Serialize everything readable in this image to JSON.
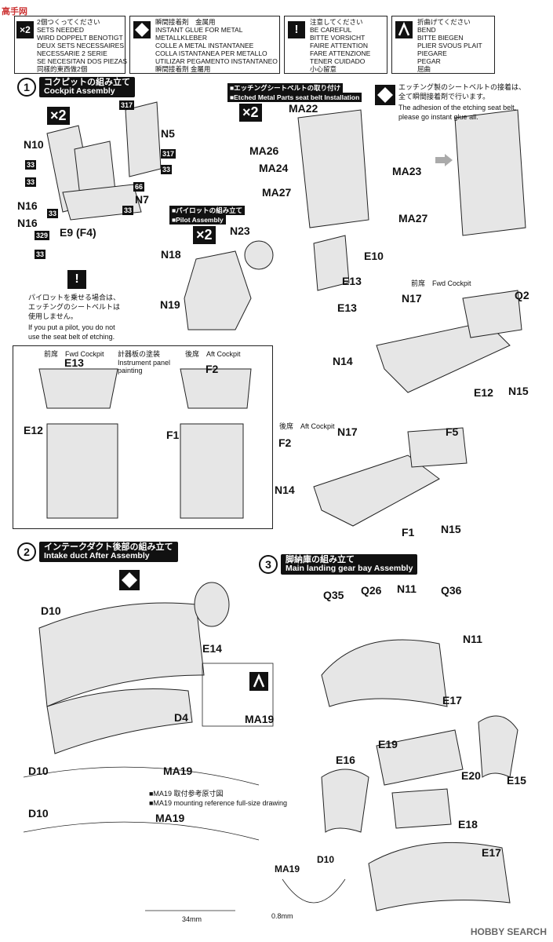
{
  "header": {
    "logo_text": "高手网",
    "warn1_lines": [
      "2個つくってください",
      "SETS NEEDED",
      "WIRD DOPPELT BENOTIGT",
      "DEUX SETS NECESSAIRES",
      "NECESSARIE 2 SERIE",
      "SE NECESITAN DOS PIEZAS",
      "同樣的東西做2個"
    ],
    "warn2_lines": [
      "瞬間接着剤　金属用",
      "INSTANT GLUE FOR METAL",
      "METALLKLEBER",
      "COLLE A METAL INSTANTANEE",
      "COLLA ISTANTANEA PER METALLO",
      "UTILIZAR PEGAMENTO INSTANTANEO",
      "瞬間接着劑 金屬用"
    ],
    "warn3_lines": [
      "注意してください",
      "BE CAREFUL",
      "BITTE VORSICHT",
      "FAIRE ATTENTION",
      "FARE ATTENZIONE",
      "TENER CUIDADO",
      "小心留意"
    ],
    "warn4_lines": [
      "折曲げてください",
      "BEND",
      "BITTE BIEGEN",
      "PLIER SVOUS PLAIT",
      "PIEGARE",
      "PEGAR",
      "屈曲"
    ]
  },
  "step1": {
    "num": "1",
    "title_jp": "コクピットの組み立て",
    "title_en": "Cockpit Assembly",
    "x2": "×2",
    "parts": [
      "N10",
      "N5",
      "N16",
      "N7",
      "E9 (F4)",
      "N16"
    ],
    "nums": [
      "317",
      "317",
      "33",
      "33",
      "33",
      "66",
      "33",
      "33",
      "329",
      "33"
    ]
  },
  "seatbelt": {
    "x2": "×2",
    "bar1": "■エッチングシートベルトの取り付け",
    "bar2": "■Etched Metal Parts seat belt Installation",
    "note_jp1": "エッチング製のシートベルトの接着は、",
    "note_jp2": "全て瞬間接着剤で行います。",
    "note_en1": "The adhesion of the etching seat belt,",
    "note_en2": "please go instant glue all.",
    "parts": [
      "MA22",
      "MA26",
      "MA24",
      "MA27",
      "MA23",
      "MA27"
    ]
  },
  "pilot": {
    "bar1": "■パイロットの組み立て",
    "bar2": "■Pilot Assembly",
    "x2": "×2",
    "parts": [
      "N23",
      "N18",
      "N19"
    ],
    "note_jp1": "パイロットを乗せる場合は、",
    "note_jp2": "エッチングのシートベルトは",
    "note_jp3": "使用しません。",
    "note_en1": "If you put a pilot, you do not",
    "note_en2": "use the seat belt of etching."
  },
  "panels": {
    "fwd_label": "前席　Fwd Cockpit",
    "paint_jp": "計器板の塗装",
    "paint_en1": "Instrument panel",
    "paint_en2": "painting",
    "aft_label": "後席　Aft Cockpit",
    "fwd_part": "E13",
    "aft_part": "F2",
    "fwd_floor": "E12",
    "aft_floor": "F1"
  },
  "fwd_assembly": {
    "parts": [
      "E10",
      "E13",
      "E13",
      "N17",
      "Q2",
      "N14",
      "E12",
      "N15"
    ],
    "label": "前席　Fwd Cockpit"
  },
  "aft_assembly": {
    "label": "後席　Aft Cockpit",
    "parts": [
      "F2",
      "N17",
      "F5",
      "N14",
      "F1",
      "N15"
    ]
  },
  "step2": {
    "num": "2",
    "title_jp": "インテークダクト後部の組み立て",
    "title_en": "Intake duct After Assembly",
    "parts": [
      "D10",
      "E14",
      "D4",
      "MA19",
      "D10",
      "MA19",
      "D10",
      "MA19"
    ],
    "ref_jp": "■MA19 取付参考原寸図",
    "ref_en": "■MA19 mounting reference full-size drawing",
    "dim1": "34mm",
    "dim2": "0.8mm",
    "ma19_small": "MA19",
    "d10_small": "D10"
  },
  "step3": {
    "num": "3",
    "title_jp": "脚納庫の組み立て",
    "title_en": "Main landing gear bay Assembly",
    "parts": [
      "Q35",
      "Q26",
      "N11",
      "Q36",
      "N11",
      "E17",
      "E19",
      "E16",
      "E20",
      "E15",
      "E18",
      "E17"
    ]
  },
  "footer": {
    "watermark": "HOBBY SEARCH"
  }
}
